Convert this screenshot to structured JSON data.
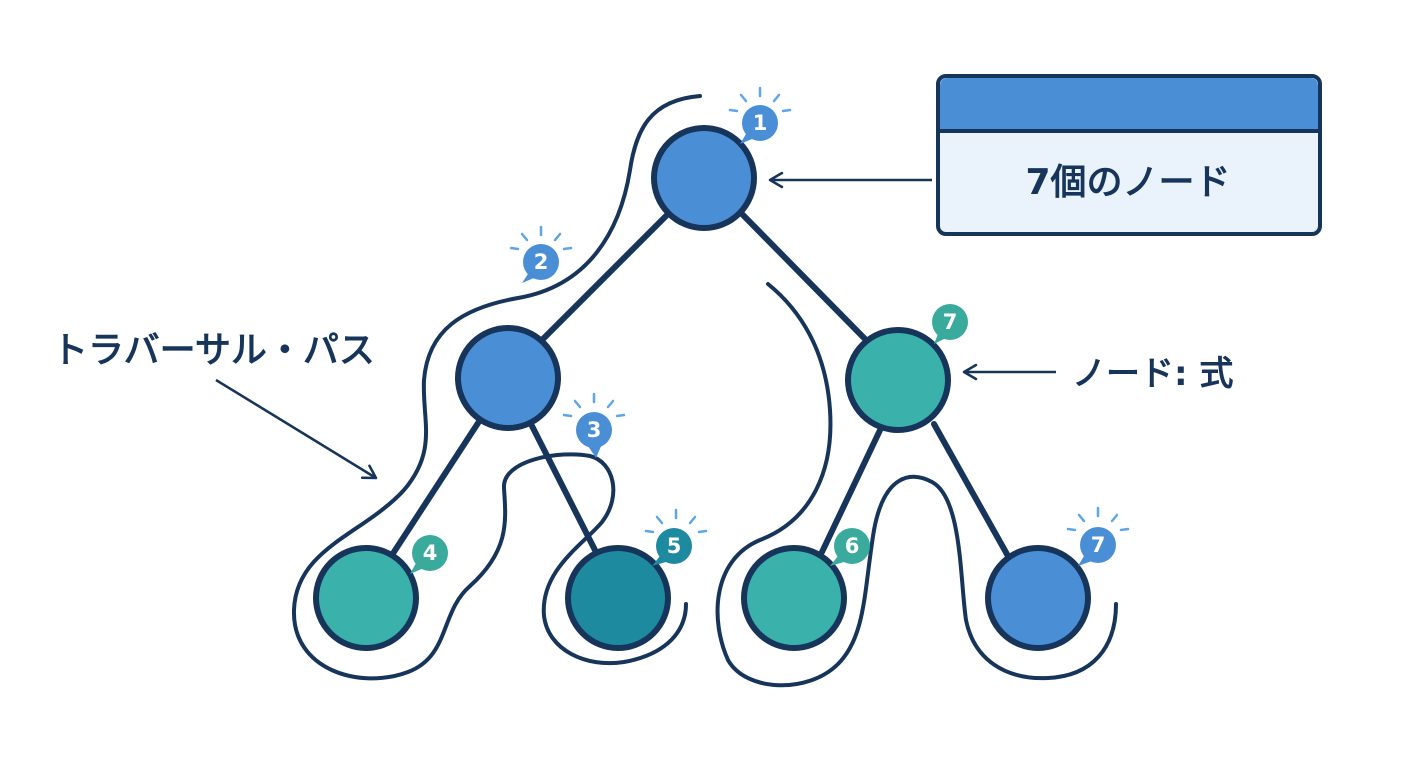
{
  "colors": {
    "outline": "#17355a",
    "blue_node": "#4a8fd6",
    "teal_node": "#3bb1ab",
    "dark_teal_node": "#1e8aa0",
    "blue_badge": "#4a8fd6",
    "teal_badge": "#3aaa9c",
    "dark_teal_badge": "#1e8aa0",
    "legend_header": "#4a8fd6",
    "legend_body": "#eaf3fb",
    "sparkle": "#5fa6e6"
  },
  "legend_box": {
    "label": "7個のノード"
  },
  "annotations": {
    "traversal_path": "トラバーサル・パス",
    "node_formula": "ノード: 式"
  },
  "badges": [
    {
      "id": "b1",
      "number": "1",
      "color_key": "blue_badge",
      "sparkle": true
    },
    {
      "id": "b2",
      "number": "2",
      "color_key": "blue_badge",
      "sparkle": true
    },
    {
      "id": "b3",
      "number": "3",
      "color_key": "blue_badge",
      "sparkle": true
    },
    {
      "id": "b4",
      "number": "4",
      "color_key": "teal_badge",
      "sparkle": false
    },
    {
      "id": "b5",
      "number": "5",
      "color_key": "dark_teal_badge",
      "sparkle": true
    },
    {
      "id": "b6",
      "number": "6",
      "color_key": "teal_badge",
      "sparkle": false
    },
    {
      "id": "b7a",
      "number": "7",
      "color_key": "teal_badge",
      "sparkle": false
    },
    {
      "id": "b7b",
      "number": "7",
      "color_key": "blue_badge",
      "sparkle": true
    }
  ],
  "nodes": [
    {
      "id": "root",
      "color_key": "blue_node"
    },
    {
      "id": "left",
      "color_key": "blue_node"
    },
    {
      "id": "right",
      "color_key": "teal_node"
    },
    {
      "id": "ll",
      "color_key": "teal_node"
    },
    {
      "id": "lr",
      "color_key": "dark_teal_node"
    },
    {
      "id": "rl",
      "color_key": "teal_node"
    },
    {
      "id": "rr",
      "color_key": "blue_node"
    }
  ]
}
